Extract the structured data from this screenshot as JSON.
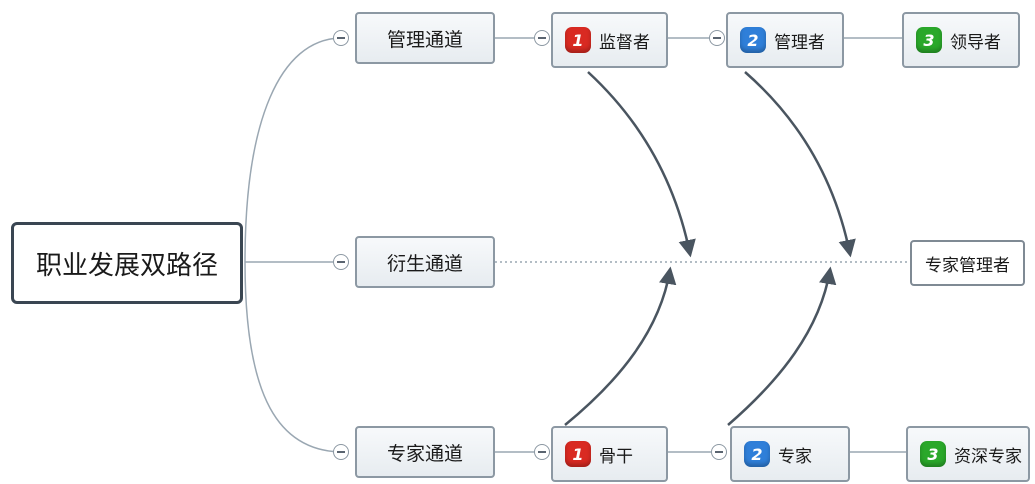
{
  "colors": {
    "badge_1": "#d92a22",
    "badge_2": "#2f7fd9",
    "badge_3": "#2aa82a",
    "connector": "#9aa7b2",
    "arrow": "#4a5560"
  },
  "root": {
    "label": "职业发展双路径"
  },
  "channels": {
    "management": {
      "label": "管理通道",
      "steps": [
        {
          "badge": "1",
          "label": "监督者"
        },
        {
          "badge": "2",
          "label": "管理者"
        },
        {
          "badge": "3",
          "label": "领导者"
        }
      ]
    },
    "derived": {
      "label": "衍生通道",
      "result": "专家管理者"
    },
    "expert": {
      "label": "专家通道",
      "steps": [
        {
          "badge": "1",
          "label": "骨干"
        },
        {
          "badge": "2",
          "label": "专家"
        },
        {
          "badge": "3",
          "label": "资深专家"
        }
      ]
    }
  }
}
